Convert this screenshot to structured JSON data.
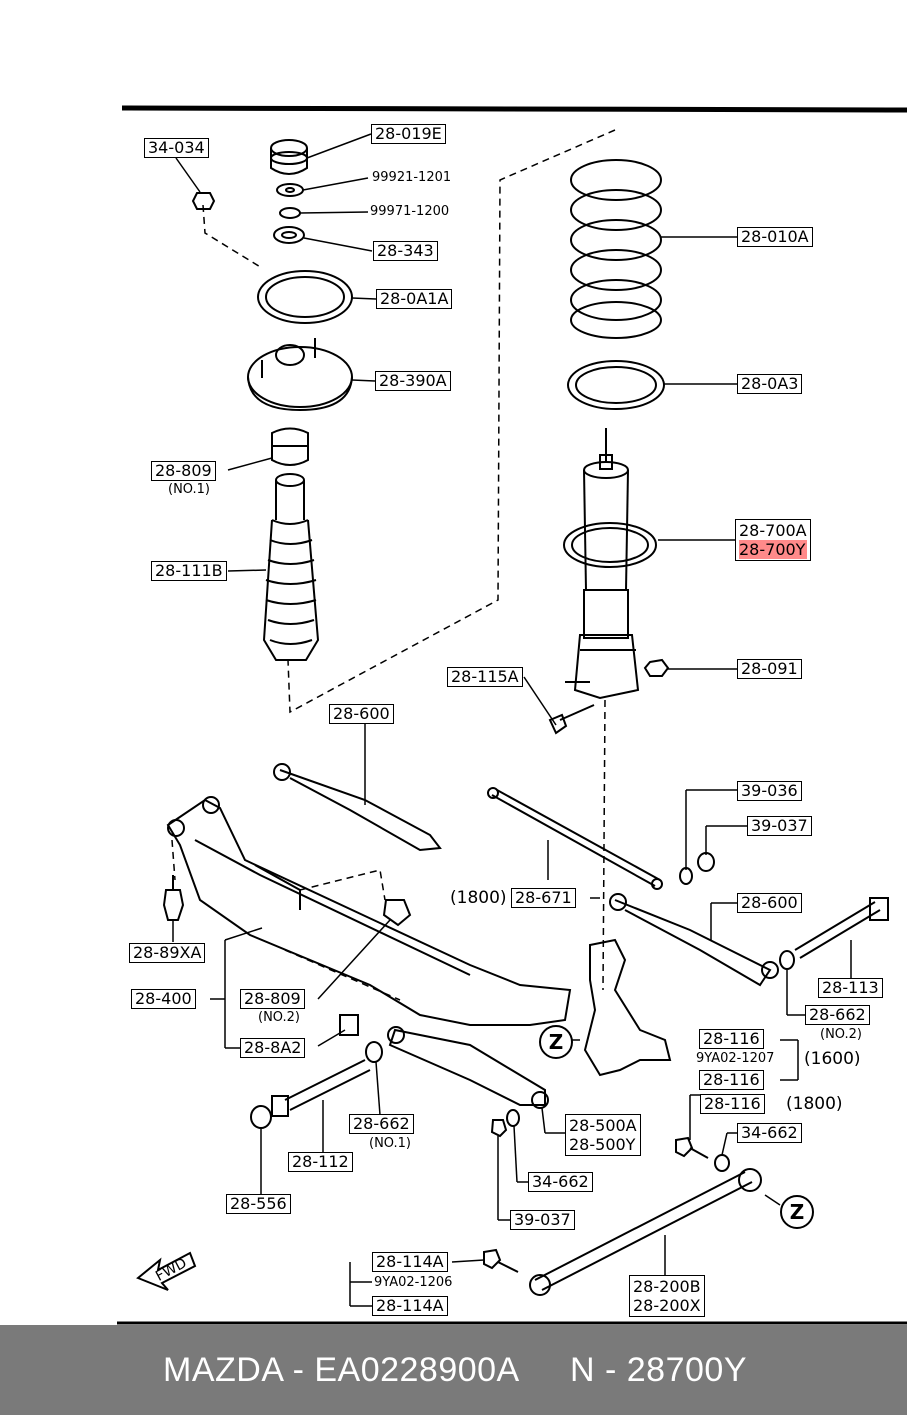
{
  "labels": {
    "l34034": "34-034",
    "l28019E": "28-019E",
    "l99921": "99921-1201",
    "l99971": "99971-1200",
    "l28343": "28-343",
    "l280A1A": "28-0A1A",
    "l28390A": "28-390A",
    "l28809": "28-809",
    "no1": "(NO.1)",
    "l28111B": "28-111B",
    "l28010A": "28-010A",
    "l280A3": "28-0A3",
    "l28700A": "28-700A",
    "l28700Y": "28-700Y",
    "l28091": "28-091",
    "l28115A": "28-115A",
    "l28600a": "28-600",
    "l39036": "39-036",
    "l39037a": "39-037",
    "p1800a": "(1800)",
    "l28671": "28-671",
    "l28600b": "28-600",
    "l2889XA": "28-89XA",
    "l28113": "28-113",
    "l28400": "28-400",
    "l28809b": "28-809",
    "no2": "(NO.2)",
    "l28662a": "28-662",
    "no2b": "(NO.2)",
    "l28116a": "28-116",
    "p9ya1207": "9YA02-1207",
    "p1600": "(1600)",
    "l28116b": "28-116",
    "l288A2": "28-8A2",
    "l28116c": "28-116",
    "p1800b": "(1800)",
    "l28500A": "28-500A",
    "l28500Y": "28-500Y",
    "l28662b": "28-662",
    "no1b": "(NO.1)",
    "l34662a": "34-662",
    "l28112": "28-112",
    "l34662b": "34-662",
    "l28556": "28-556",
    "l39037b": "39-037",
    "l28114A": "28-114A",
    "p9ya1206": "9YA02-1206",
    "l28114Ab": "28-114A",
    "l28200B": "28-200B",
    "l28200X": "28-200X",
    "fwd": "FWD",
    "z": "Z"
  },
  "footer": {
    "brand_part": "MAZDA - EA0228900A",
    "number": "N - 28700Y"
  },
  "colors": {
    "highlight": "#ff8a8a",
    "footer_bg": "#7a7a7a"
  }
}
